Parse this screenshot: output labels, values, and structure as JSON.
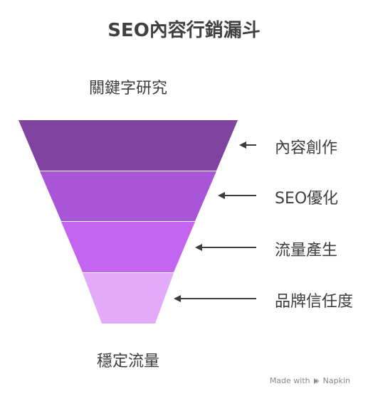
{
  "title": "SEO內容行銷漏斗",
  "top_label": "關鍵字研究",
  "bottom_label": "穩定流量",
  "stages": [
    {
      "label": "內容創作",
      "color": "#7e44a0"
    },
    {
      "label": "SEO優化",
      "color": "#a955d8"
    },
    {
      "label": "流量產生",
      "color": "#c465f2"
    },
    {
      "label": "品牌信任度",
      "color": "#e2aaf8"
    }
  ],
  "footer": {
    "made_with": "Made with",
    "brand": "Napkin",
    "icon": "napkin-logo-icon"
  }
}
